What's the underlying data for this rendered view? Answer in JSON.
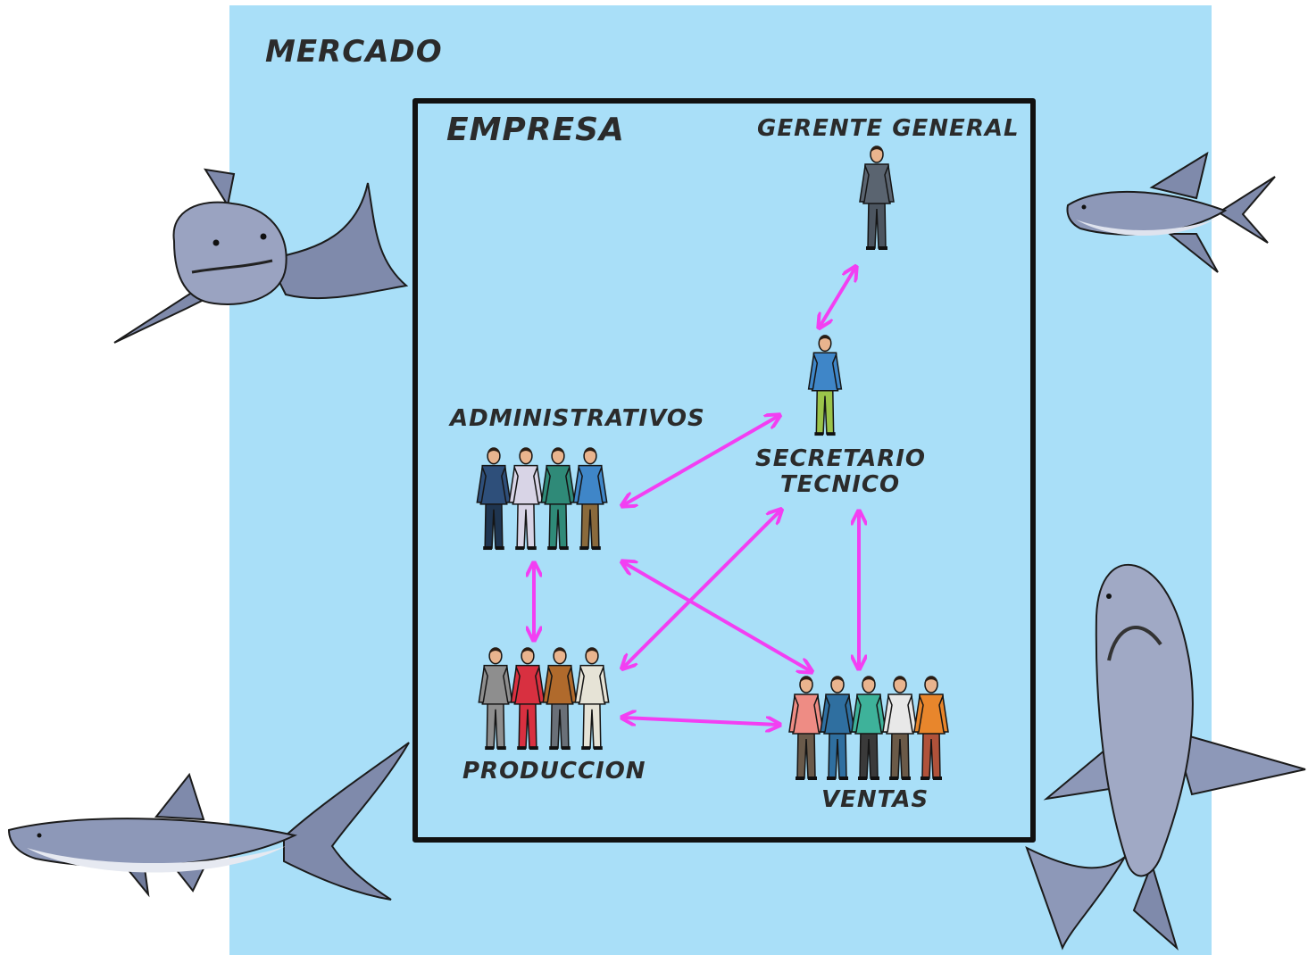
{
  "diagram": {
    "outer_label": "MERCADO",
    "inner_label": "EMPRESA",
    "nodes": {
      "gerente": "GERENTE GENERAL",
      "secretario_line1": "SECRETARIO",
      "secretario_line2": "TECNICO",
      "administrativos": "ADMINISTRATIVOS",
      "produccion": "PRODUCCION",
      "ventas": "VENTAS"
    },
    "connections": [
      [
        "GERENTE GENERAL",
        "SECRETARIO TECNICO"
      ],
      [
        "SECRETARIO TECNICO",
        "ADMINISTRATIVOS"
      ],
      [
        "SECRETARIO TECNICO",
        "PRODUCCION"
      ],
      [
        "SECRETARIO TECNICO",
        "VENTAS"
      ],
      [
        "ADMINISTRATIVOS",
        "PRODUCCION"
      ],
      [
        "ADMINISTRATIVOS",
        "VENTAS"
      ],
      [
        "PRODUCCION",
        "VENTAS"
      ]
    ],
    "colors": {
      "market": "#a9dff8",
      "arrows": "#f23ff2",
      "frame": "#111111",
      "shark": "#8d98b8"
    }
  }
}
